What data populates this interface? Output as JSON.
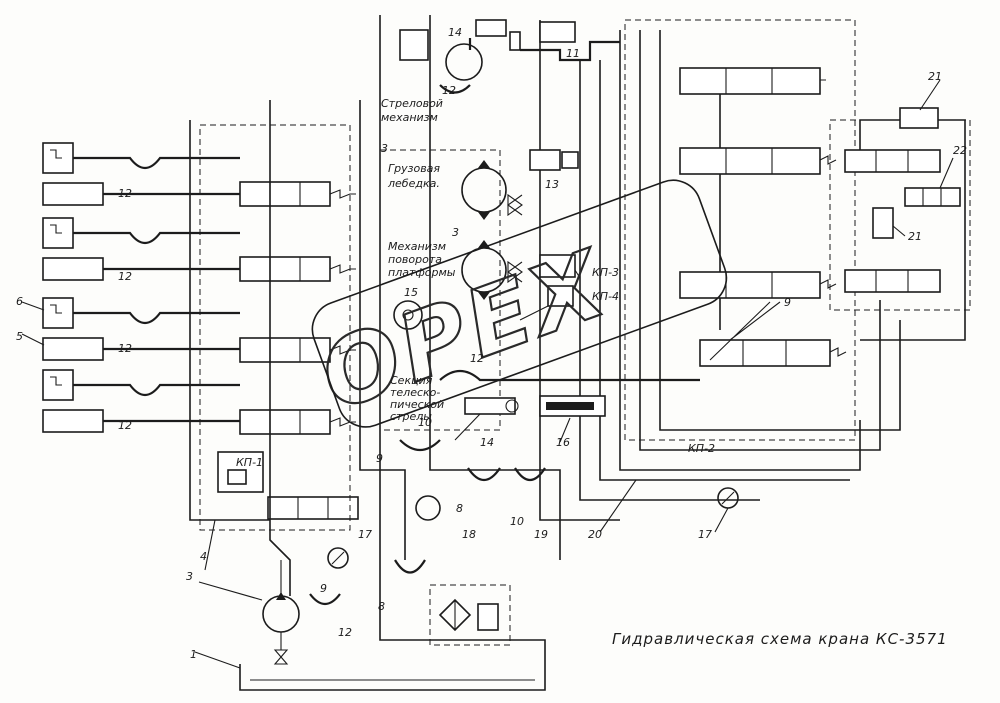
{
  "title": "Гидравлическая схема крана КС-3571",
  "watermark": "OPEX",
  "section_labels": {
    "boom": [
      "Стреловой",
      "механизм"
    ],
    "winch": [
      "Грузовая",
      "лебедка."
    ],
    "slewing": [
      "Механизм",
      "поворота",
      "платформы"
    ],
    "telescopic": [
      "Секция",
      "телеско-",
      "пической",
      "стрелы"
    ]
  },
  "valve_labels": {
    "kp1": "КП-1",
    "kp2": "КП-2",
    "kp3": "КП-3",
    "kp4": "КП-4"
  },
  "callouts": {
    "n1": "1",
    "n3a": "3",
    "n3b": "3",
    "n3c": "3",
    "n4": "4",
    "n5": "5",
    "n6": "6",
    "n8a": "8",
    "n8b": "8",
    "n9a": "9",
    "n9b": "9",
    "n9c": "9",
    "n10a": "10",
    "n10b": "10",
    "n11": "11",
    "n12a": "12",
    "n12b": "12",
    "n12c": "12",
    "n12d": "12",
    "n12e": "12",
    "n12f": "12",
    "n12g": "12",
    "n13": "13",
    "n14a": "14",
    "n14b": "14",
    "n15": "15",
    "n16": "16",
    "n17a": "17",
    "n17b": "17",
    "n18": "18",
    "n19": "19",
    "n20": "20",
    "n21a": "21",
    "n21b": "21",
    "n22": "22"
  }
}
